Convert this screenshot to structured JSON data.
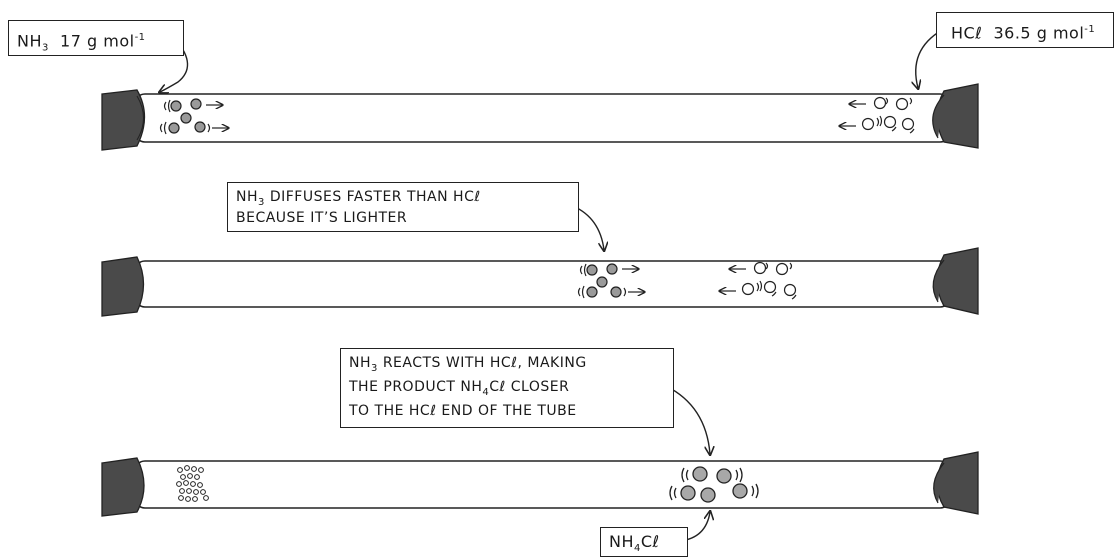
{
  "labels": {
    "nh3_formula": "NH",
    "nh3_sub": "3",
    "nh3_mass": "17 g mol",
    "nh3_mass_exp": "-1",
    "hcl_formula": "HCℓ",
    "hcl_mass": "36.5 g mol",
    "hcl_mass_exp": "-1",
    "diffuse_line1_a": "NH",
    "diffuse_line1_sub": "3",
    "diffuse_line1_b": "DIFFUSES  FASTER  THAN  HCℓ",
    "diffuse_line2": "BECAUSE  IT’S  LIGHTER",
    "react_line1_a": "NH",
    "react_line1_sub": "3",
    "react_line1_b": "REACTS  WITH  HCℓ,  MAKING",
    "react_line2_a": "THE  PRODUCT  NH",
    "react_line2_sub": "4",
    "react_line2_b": "Cℓ  CLOSER",
    "react_line3": "TO  THE  HCℓ  END  OF  THE  TUBE",
    "product_a": "NH",
    "product_sub": "4",
    "product_b": "Cℓ"
  },
  "colors": {
    "stopper": "#4a4a4a",
    "nh3_particle": "#9a9a9a",
    "hcl_particle": "#ffffff",
    "product_particle": "#a8a8a8",
    "outline": "#222222"
  }
}
